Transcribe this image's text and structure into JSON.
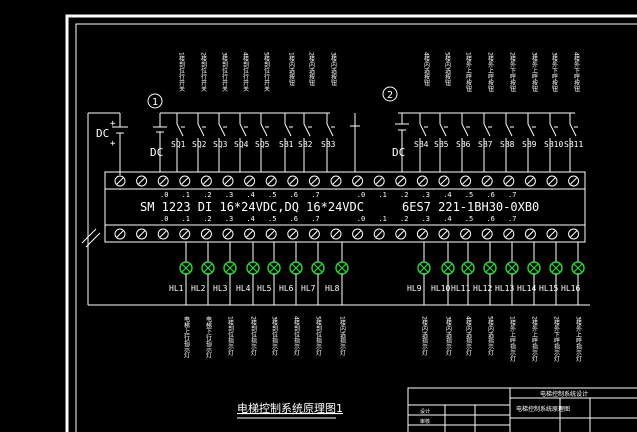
{
  "drawing": {
    "title": "电梯控制系统原理图1",
    "circle_marks": [
      "1",
      "2"
    ],
    "dc_left": "DC",
    "dc_mid_left": "DC",
    "dc_mid_right": "DC",
    "plc_model": "SM 1223 DI 16*24VDC,DQ 16*24VDC",
    "plc_part": "6ES7 221-1BH30-0XB0"
  },
  "input_switches_group1": [
    "SQ1",
    "SQ2",
    "SQ3",
    "SQ4",
    "SQ5",
    "SB1",
    "SB2",
    "SB3"
  ],
  "input_switches_group2": [
    "SB4",
    "SB5",
    "SB6",
    "SB7",
    "SB8",
    "SB9",
    "SB10",
    "SB11"
  ],
  "input_descriptions_group1": [
    "1楼到位行开关",
    "2楼到位行开关",
    "3楼到位行开关",
    "4楼到位行开关",
    "5楼到位行开关",
    "1楼内选按钮",
    "2楼内选按钮",
    "3楼内选按钮"
  ],
  "input_descriptions_group2": [
    "4楼内选按钮",
    "5楼内选按钮",
    "1楼外上呼按钮",
    "2楼外上呼按钮",
    "2楼外下呼按钮",
    "3楼外上呼按钮",
    "3楼外下呼按钮",
    "4楼外下呼按钮"
  ],
  "input_terminal_labels": [
    ".0",
    ".1",
    ".2",
    ".3",
    ".4",
    ".5",
    ".6",
    ".7",
    ".0",
    ".1",
    ".2",
    ".3",
    ".4",
    ".5",
    ".6",
    ".7"
  ],
  "output_terminal_labels": [
    ".0",
    ".1",
    ".2",
    ".3",
    ".4",
    ".5",
    ".6",
    ".7",
    ".0",
    ".1",
    ".2",
    ".3",
    ".4",
    ".5",
    ".6",
    ".7"
  ],
  "lamps_group1": [
    "HL1",
    "HL2",
    "HL3",
    "HL4",
    "HL5",
    "HL6",
    "HL7",
    "HL8"
  ],
  "lamps_group2": [
    "HL9",
    "HL10",
    "HL11",
    "HL12",
    "HL13",
    "HL14",
    "HL15",
    "HL16"
  ],
  "output_descriptions_group1": [
    "电梯上行指示灯",
    "电梯下行指示灯",
    "1楼到位指示灯",
    "2楼到位指示灯",
    "3楼到位指示灯",
    "4楼到位指示灯",
    "5楼到位指示灯",
    "1楼内选指示灯"
  ],
  "output_descriptions_group2": [
    "2楼内选指示灯",
    "3楼内选指示灯",
    "4楼内选指示灯",
    "5楼内选指示灯",
    "1楼外上呼指示灯",
    "2楼外上呼指示灯",
    "2楼外下呼指示灯",
    "3楼外上呼指示灯"
  ],
  "title_block": {
    "header": "电梯控制系统设计",
    "name": "电梯控制系统原理图",
    "row_labels": [
      "设计",
      "审核"
    ]
  },
  "colors": {
    "background": "#000000",
    "frame": "#ffffff",
    "wire": "#ffffff",
    "terminal": "#ffffff",
    "lamp": "#22dd33",
    "label": "#ffffff"
  }
}
